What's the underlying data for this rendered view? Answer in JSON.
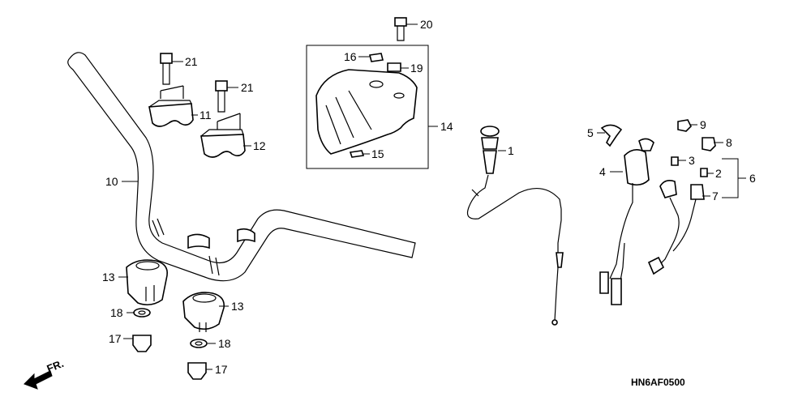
{
  "diagram": {
    "code": "HN6AF0500",
    "direction_label": "FR.",
    "callouts": [
      "20",
      "21",
      "21",
      "16",
      "19",
      "11",
      "12",
      "14",
      "15",
      "10",
      "1",
      "5",
      "9",
      "8",
      "4",
      "3",
      "2",
      "6",
      "7",
      "13",
      "13",
      "18",
      "18",
      "17",
      "17"
    ]
  }
}
